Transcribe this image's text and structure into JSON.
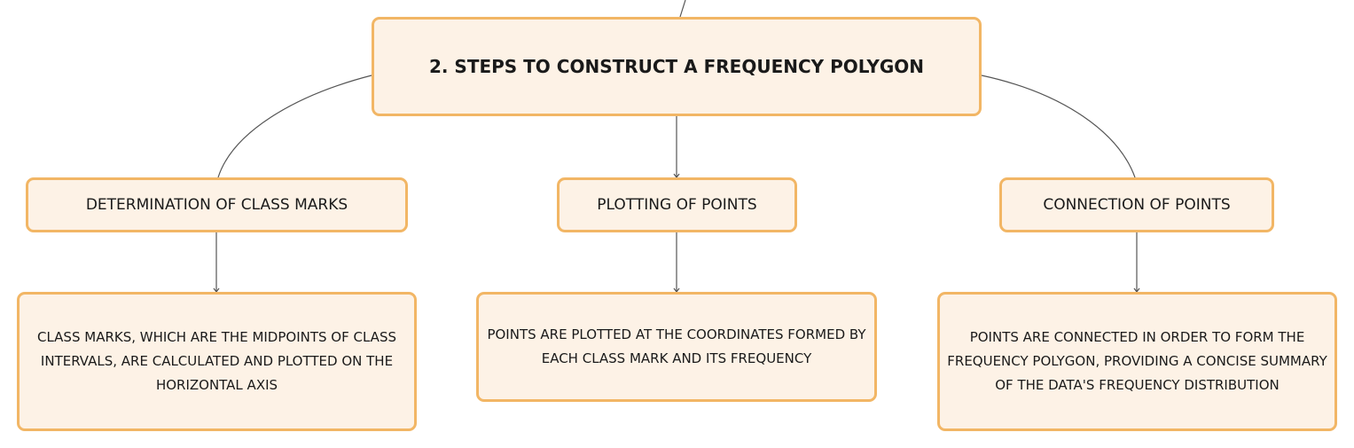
{
  "root": {
    "title": "2. STEPS TO CONSTRUCT A FREQUENCY POLYGON"
  },
  "steps": [
    {
      "label": "DETERMINATION OF CLASS MARKS",
      "description": "CLASS MARKS, WHICH ARE THE MIDPOINTS OF CLASS INTERVALS, ARE CALCULATED AND PLOTTED ON THE HORIZONTAL AXIS"
    },
    {
      "label": "PLOTTING OF POINTS",
      "description": "POINTS ARE PLOTTED AT THE COORDINATES FORMED BY EACH CLASS MARK AND ITS FREQUENCY"
    },
    {
      "label": "CONNECTION OF POINTS",
      "description": "POINTS ARE CONNECTED IN ORDER TO FORM THE FREQUENCY POLYGON, PROVIDING A CONCISE SUMMARY OF THE DATA'S FREQUENCY DISTRIBUTION"
    }
  ],
  "colors": {
    "node_fill": "#fdf2e6",
    "node_border": "#f2b665",
    "connector": "#555555"
  }
}
